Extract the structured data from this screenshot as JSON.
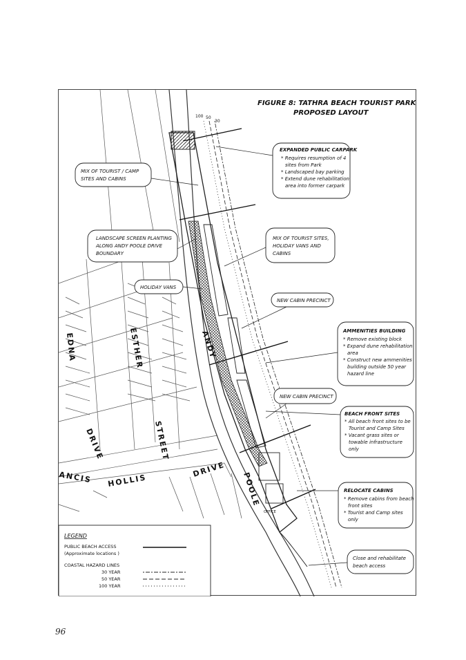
{
  "figure": {
    "title_line1": "FIGURE 8: TATHRA BEACH TOURIST PARK -",
    "title_line2": "PROPOSED LAYOUT"
  },
  "hazard_labels": {
    "a": "100",
    "b": "50",
    "c": "30"
  },
  "callouts": {
    "carpark": {
      "title": "EXPANDED PUBLIC CARPARK",
      "lines": [
        "* Requires resumption of 4",
        "sites from Park",
        "* Landscaped bay parking",
        "* Extend dune rehabilitation",
        "area into former carpark"
      ]
    },
    "mix_camp": {
      "lines": [
        "MIX OF TOURIST / CAMP",
        "SITES AND CABINS"
      ]
    },
    "landscape": {
      "lines": [
        "LANDSCAPE SCREEN PLANTING",
        "ALONG ANDY POOLE DRIVE",
        "BOUNDARY"
      ]
    },
    "mix_vans": {
      "lines": [
        "MIX OF TOURIST SITES,",
        "HOLIDAY VANS AND",
        "CABINS"
      ]
    },
    "holiday_vans": {
      "label": "HOLIDAY VANS"
    },
    "new_cabin_1": {
      "label": "NEW CABIN PRECINCT"
    },
    "amenities": {
      "title": "AMMENITIES BUILDING",
      "lines": [
        "* Remove existing block",
        "* Expand dune rehabilitation",
        "area",
        "* Construct new ammenities",
        "building outside 50 year",
        "hazard line"
      ]
    },
    "new_cabin_2": {
      "label": "NEW CABIN PRECINCT"
    },
    "beach_front": {
      "title": "BEACH FRONT SITES",
      "lines": [
        "* All beach front sites to be",
        "Tourist and Camp Sites",
        "* Vacant grass sites or",
        "towable infrastructure",
        "only"
      ]
    },
    "relocate": {
      "title": "RELOCATE CABINS",
      "lines": [
        "* Remove cabins from beach",
        "front sites",
        "* Tourist and Camp sites",
        "only"
      ]
    },
    "close_access": {
      "lines": [
        "Close and rehabilitate",
        "beach access"
      ]
    }
  },
  "streets": {
    "andy": "ANDY",
    "poole": "POOLE",
    "drive_main": "DRIVE",
    "esther": "ESTHER",
    "street": "STREET",
    "edna": "EDNA",
    "drive_edna": "DRIVE",
    "ancis": "ANCIS",
    "hollis": "HOLLIS"
  },
  "legend": {
    "title": "LEGEND",
    "access_line1": "PUBLIC BEACH ACCESS",
    "access_line2": "(Approximate locations )",
    "hazard_title": "COASTAL HAZARD LINES",
    "year30": "30 YEAR",
    "year50": "50 YEAR",
    "year100": "100 YEAR"
  },
  "office_label": "OFFICE",
  "page_number": "96"
}
